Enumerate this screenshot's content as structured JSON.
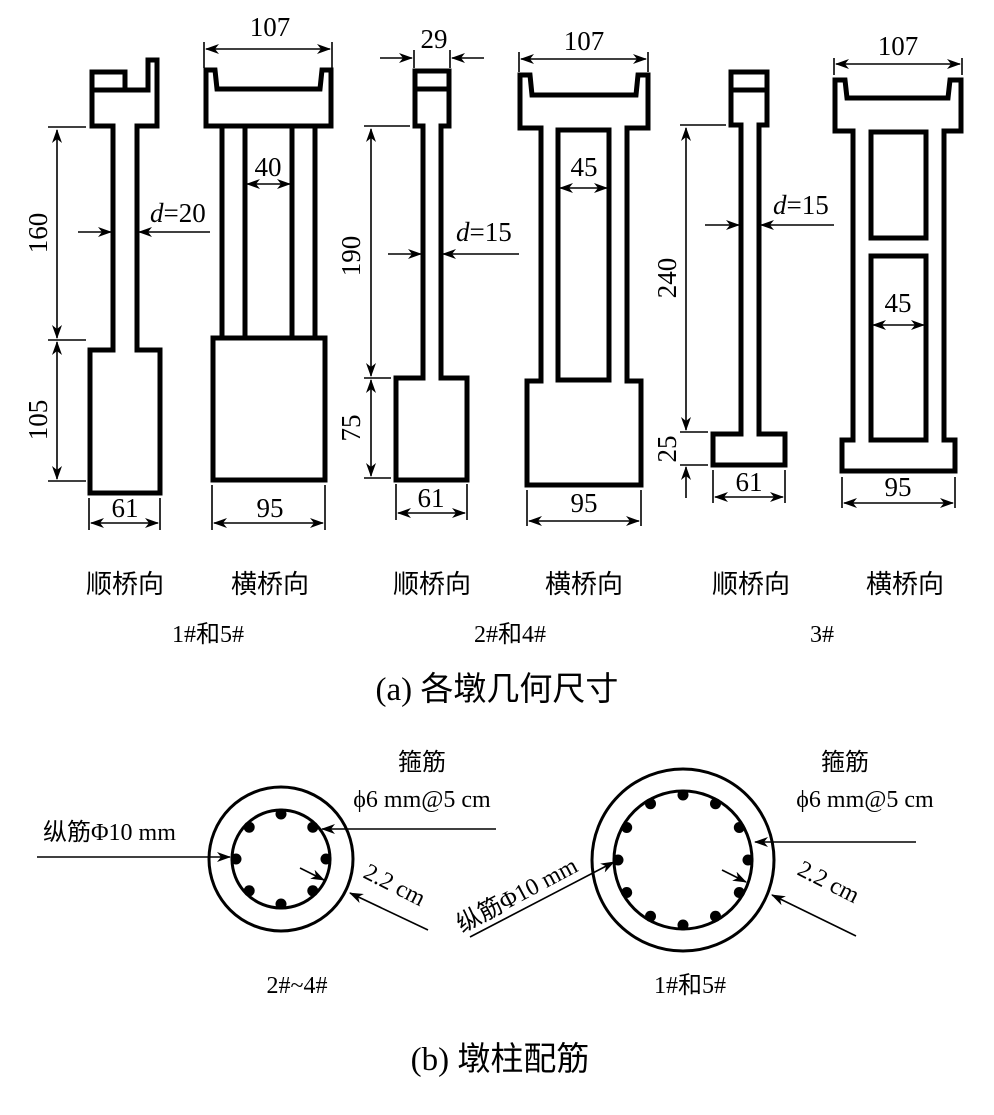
{
  "figure_a": {
    "caption": "(a) 各墩几何尺寸",
    "groups": [
      {
        "label": "1#和5#",
        "longitudinal": {
          "view_label": "顺桥向",
          "upper_height": "160",
          "lower_height": "105",
          "base_width": "61",
          "diameter_symbol": "d",
          "diameter_value": "=20"
        },
        "transverse": {
          "view_label": "横桥向",
          "top_width": "107",
          "column_gap": "40",
          "base_width": "95"
        }
      },
      {
        "label": "2#和4#",
        "longitudinal": {
          "view_label": "顺桥向",
          "cap_width": "29",
          "upper_height": "190",
          "lower_height": "75",
          "base_width": "61",
          "diameter_symbol": "d",
          "diameter_value": "=15"
        },
        "transverse": {
          "view_label": "横桥向",
          "top_width": "107",
          "column_gap": "45",
          "base_width": "95"
        }
      },
      {
        "label": "3#",
        "longitudinal": {
          "view_label": "顺桥向",
          "upper_height": "240",
          "lower_height": "25",
          "base_width": "61",
          "diameter_symbol": "d",
          "diameter_value": "=15"
        },
        "transverse": {
          "view_label": "横桥向",
          "top_width": "107",
          "column_gap": "45",
          "base_width": "95"
        }
      }
    ]
  },
  "figure_b": {
    "caption": "(b) 墩柱配筋",
    "sections": [
      {
        "label": "2#~4#",
        "stirrup_title": "箍筋",
        "stirrup_spec": "ϕ6 mm@5 cm",
        "longitudinal_bar": "纵筋Φ10 mm",
        "cover": "2.2 cm",
        "bar_count": 8
      },
      {
        "label": "1#和5#",
        "stirrup_title": "箍筋",
        "stirrup_spec": "ϕ6 mm@5 cm",
        "longitudinal_bar": "纵筋Φ10 mm",
        "cover": "2.2 cm",
        "bar_count": 12
      }
    ]
  }
}
